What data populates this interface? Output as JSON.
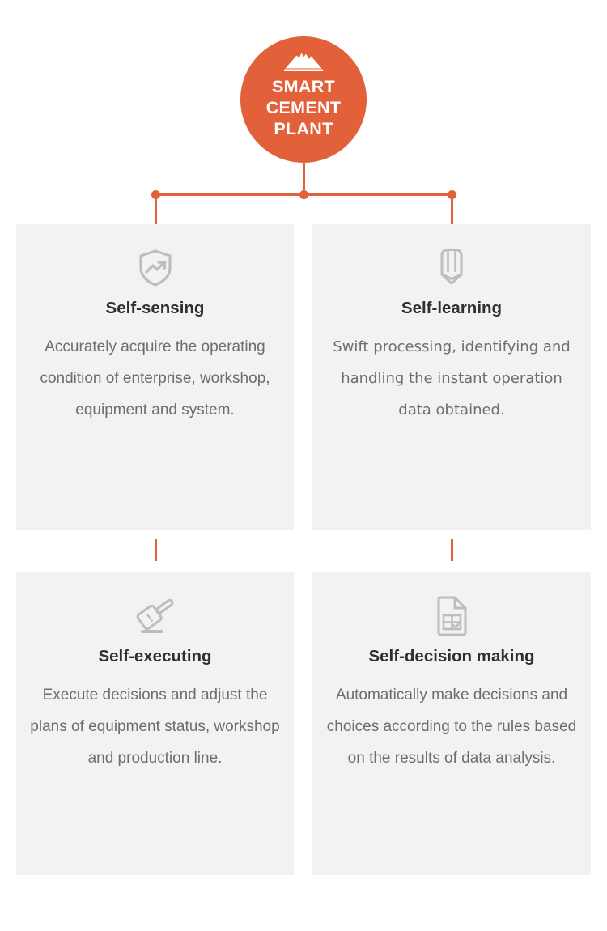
{
  "theme": {
    "accent": "#e2613a",
    "card_bg": "#f2f2f2",
    "page_bg": "#ffffff",
    "title_color": "#2f2f2f",
    "body_color": "#6d6d6d"
  },
  "hub": {
    "icon": "mountain-icon",
    "line1": "SMART",
    "line2": "CEMENT",
    "line3": "PLANT"
  },
  "cards": [
    {
      "id": "self-sensing",
      "icon": "shield-trend-icon",
      "title": "Self-sensing",
      "description": "Accurately acquire the operating condition of enterprise, workshop, equipment and system."
    },
    {
      "id": "self-learning",
      "icon": "pencil-icon",
      "title": "Self-learning",
      "description": "Swift processing, identifying and handling the instant operation data obtained."
    },
    {
      "id": "self-executing",
      "icon": "gavel-icon",
      "title": "Self-executing",
      "description": "Execute decisions and adjust the plans of equipment status, workshop and production line."
    },
    {
      "id": "self-decision-making",
      "icon": "document-table-check-icon",
      "title": "Self-decision making",
      "description": "Automatically make decisions and choices according to the rules based on the results of data analysis."
    }
  ]
}
